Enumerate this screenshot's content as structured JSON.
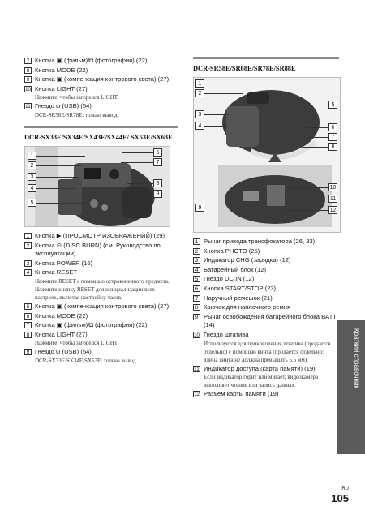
{
  "left": {
    "top_items": [
      {
        "num": "7",
        "text": "Кнопка ▣ (фильм)/◘ (фотография) (22)"
      },
      {
        "num": "8",
        "text": "Кнопка MODE (22)"
      },
      {
        "num": "9",
        "text": "Кнопка ▣ (компенсация контрового света) (27)"
      },
      {
        "num": "10",
        "text": "Кнопка LIGHT (27)",
        "note": "Нажмите, чтобы загорелся LIGHT."
      },
      {
        "num": "11",
        "text": "Гнездо ψ (USB) (54)",
        "note": "DCR-SR58E/SR78E: только вывод"
      }
    ],
    "section_heading": "DCR-SX33E/SX34E/SX43E/SX44E/ SX53E/SX63E",
    "figure_callouts": [
      "1",
      "2",
      "3",
      "4",
      "5",
      "6",
      "7",
      "8",
      "9"
    ],
    "bottom_items": [
      {
        "num": "1",
        "text": "Кнопка ▶ (ПРОСМОТР ИЗОБРАЖЕНИЙ) (29)"
      },
      {
        "num": "2",
        "text": "Кнопка ⊙ (DISC BURN) (см. Руководство по эксплуатации)"
      },
      {
        "num": "3",
        "text": "Кнопка POWER (16)"
      },
      {
        "num": "4",
        "text": "Кнопка RESET",
        "note": "Нажмите RESET с помощью остроконечного предмета. Нажмите кнопку RESET для инициализации всех настроек, включая настройку часов."
      },
      {
        "num": "5",
        "text": "Кнопка ▣ (компенсация контрового света) (27)"
      },
      {
        "num": "6",
        "text": "Кнопка MODE (22)"
      },
      {
        "num": "7",
        "text": "Кнопка ▣ (фильм)/◘ (фотография) (22)"
      },
      {
        "num": "8",
        "text": "Кнопка LIGHT (27)",
        "note": "Нажмите, чтобы загорелся LIGHT."
      },
      {
        "num": "9",
        "text": "Гнездо ψ (USB) (54)",
        "note": "DCR-SX33E/SX34E/SX53E: только вывод"
      }
    ]
  },
  "right": {
    "section_heading": "DCR-SR58E/SR68E/SR78E/SR88E",
    "figure_callouts": [
      "1",
      "2",
      "3",
      "4",
      "5",
      "6",
      "7",
      "8",
      "9",
      "10",
      "11",
      "12"
    ],
    "items": [
      {
        "num": "1",
        "text": "Рычаг привода трансфокатора (26, 33)"
      },
      {
        "num": "2",
        "text": "Кнопка PHOTO (25)"
      },
      {
        "num": "3",
        "text": "Индикатор CHG (зарядка) (12)"
      },
      {
        "num": "4",
        "text": "Батарейный блок (12)"
      },
      {
        "num": "5",
        "text": "Гнездо DC IN (12)"
      },
      {
        "num": "6",
        "text": "Кнопка START/STOP (23)"
      },
      {
        "num": "7",
        "text": "Наручный ремешок (21)"
      },
      {
        "num": "8",
        "text": "Крючок для наплечного ремня"
      },
      {
        "num": "9",
        "text": "Рычаг освобождения батарейного блока BATT (14)"
      },
      {
        "num": "10",
        "text": "Гнездо штатива",
        "note": "Используется для прикрепления штатива (продается отдельно) с помощью винта (продается отдельно: длина винта не должна превышать 5,5 мм)."
      },
      {
        "num": "11",
        "text": "Индикатор доступа (карта памяти) (19)",
        "note": "Если индикатор горит или мигает, видеокамера выполняет чтение или запись данных."
      },
      {
        "num": "12",
        "text": "Разъем карты памяти (19)"
      }
    ]
  },
  "sidebar": {
    "label": "Краткий справочник"
  },
  "page": {
    "lang": "RU",
    "number": "105"
  }
}
